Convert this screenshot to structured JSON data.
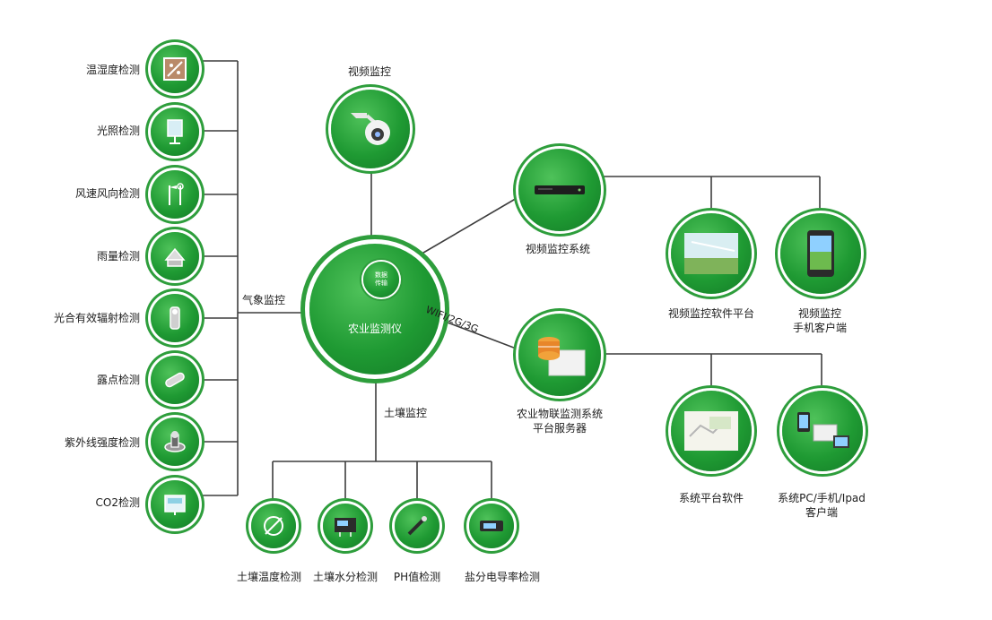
{
  "hub": {
    "label": "农业监测仪",
    "badge": [
      "数据",
      "传输"
    ]
  },
  "weather": {
    "title": "气象监控",
    "items": [
      "温湿度检测",
      "光照检测",
      "风速风向检测",
      "雨量检测",
      "光合有效辐射检测",
      "露点检测",
      "紫外线强度检测",
      "CO2检测"
    ]
  },
  "video": {
    "camera_label": "视频监控",
    "system_label": "视频监控系统",
    "clients": [
      "视频监控软件平台",
      "视频监控\n手机客户端"
    ]
  },
  "link_label": "WIFI/2G/3G",
  "iot": {
    "server_label": "农业物联监测系统\n平台服务器",
    "clients": [
      "系统平台软件",
      "系统PC/手机/Ipad\n客户端"
    ]
  },
  "soil": {
    "title": "土壤监控",
    "items": [
      "土壤温度检测",
      "土壤水分检测",
      "PH值检测",
      "盐分电导率检测"
    ]
  },
  "colors": {
    "line": "#3d3d3d",
    "node_dark": "#137a26",
    "node_light": "#4fc25a",
    "ring": "#2e9e3c"
  }
}
